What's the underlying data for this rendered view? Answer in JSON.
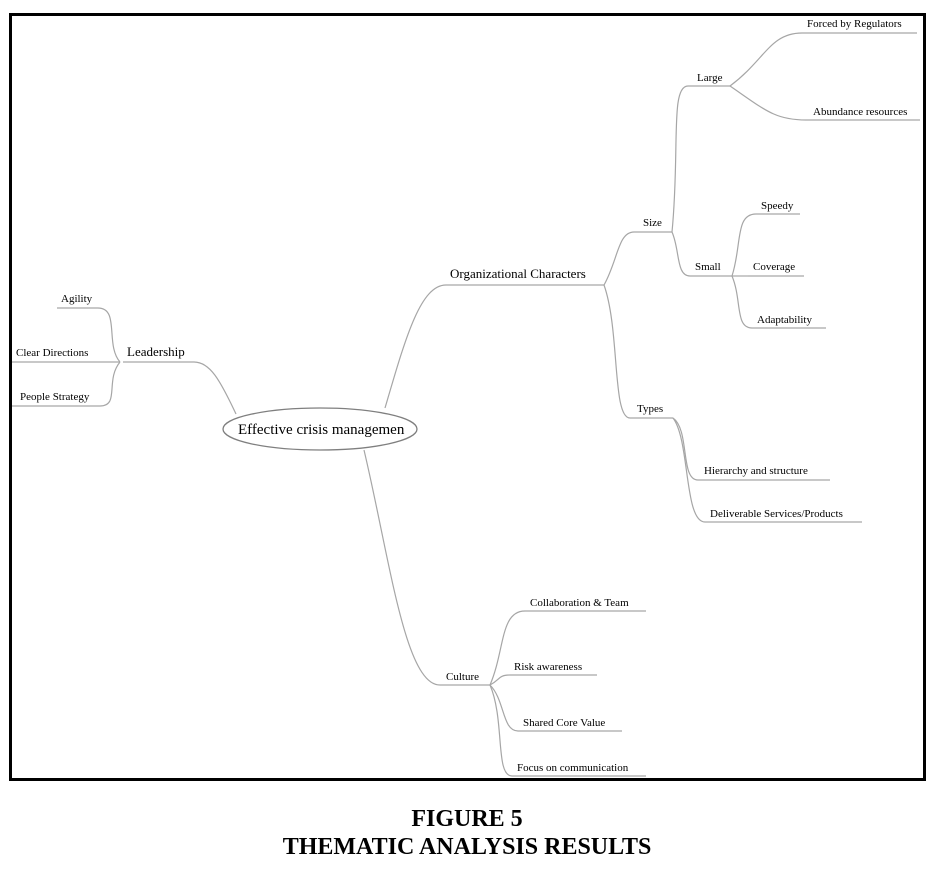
{
  "figure": {
    "number": "FIGURE 5",
    "title": "THEMATIC ANALYSIS RESULTS"
  },
  "mindmap": {
    "root": "Effective crisis managemen",
    "leadership": {
      "label": "Leadership",
      "children": [
        "Agility",
        "Clear Directions",
        "People Strategy"
      ]
    },
    "organizational": {
      "label": "Organizational Characters",
      "size": {
        "label": "Size",
        "large": {
          "label": "Large",
          "children": [
            "Forced by Regulators",
            "Abundance resources"
          ]
        },
        "small": {
          "label": "Small",
          "children": [
            "Speedy",
            "Coverage",
            "Adaptability"
          ]
        }
      },
      "types": {
        "label": "Types",
        "children": [
          "Hierarchy and structure",
          "Deliverable Services/Products"
        ]
      }
    },
    "culture": {
      "label": "Culture",
      "children": [
        "Collaboration & Team",
        "Risk awareness",
        "Shared Core Value",
        "Focus on communication"
      ]
    }
  },
  "colors": {
    "connector": "#a6a6a6",
    "frame": "#000000",
    "text": "#000000"
  }
}
